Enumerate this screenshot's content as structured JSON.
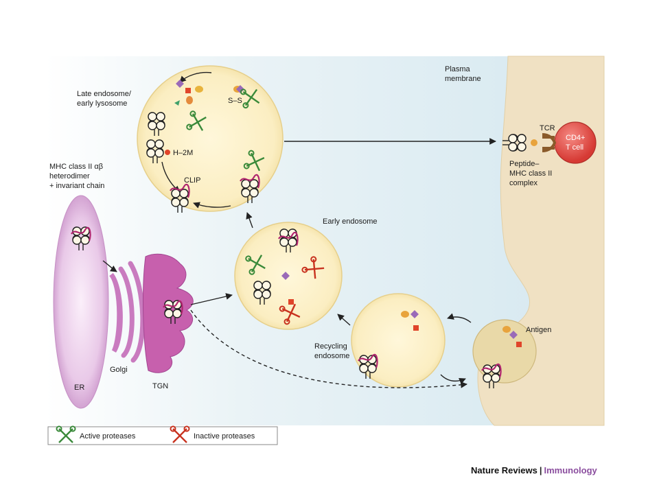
{
  "labels": {
    "plasma_membrane": [
      "Plasma",
      "membrane"
    ],
    "late_endosome": [
      "Late endosome/",
      "early lysosome"
    ],
    "h2m": "H–2M",
    "clip": "CLIP",
    "tcr": "TCR",
    "cd4_cell": [
      "CD4+",
      "T cell"
    ],
    "peptide_mhc": [
      "Peptide–",
      "MHC class II",
      "complex"
    ],
    "mhc_heterodimer": [
      "MHC class II αβ",
      "heterodimer",
      "+ invariant chain"
    ],
    "early_endosome": "Early endosome",
    "recycling_endosome": [
      "Recycling",
      "endosome"
    ],
    "antigen": "Antigen",
    "er": "ER",
    "golgi": "Golgi",
    "tgn": "TGN",
    "ss": "S–S"
  },
  "legend": {
    "active": "Active proteases",
    "inactive": "Inactive proteases"
  },
  "footer": {
    "publisher": "Nature Reviews",
    "separator": "|",
    "journal": "Immunology"
  },
  "colors": {
    "extracellular": "#dcebf2",
    "cytoplasm": "#f1e3c5",
    "vesicle": "#fbefc3",
    "er": "#e7c6e6",
    "tgn": "#c760ad",
    "active_protease": "#3a8a3a",
    "inactive_protease": "#c8321f",
    "t_cell": "#e0504a"
  }
}
